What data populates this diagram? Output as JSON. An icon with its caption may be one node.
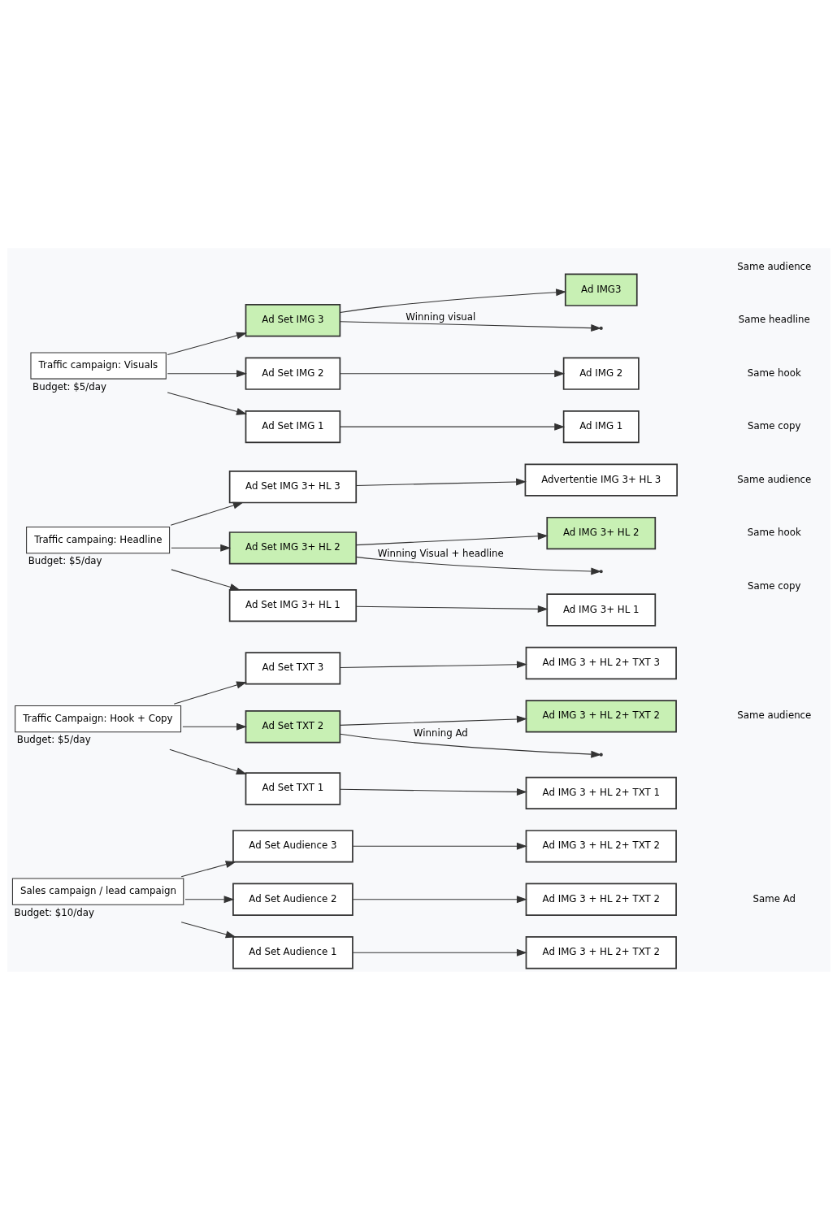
{
  "diagram": {
    "nodes": [
      {
        "text": [
          "Traffic campaign: Visuals"
        ],
        "beside": [
          "Budget: $5/day"
        ]
      },
      {
        "text": [
          "Ad Set IMG 1"
        ]
      },
      {
        "text": [
          "Ad Set IMG 2"
        ]
      },
      {
        "text": [
          "Ad Set IMG 3"
        ]
      },
      {
        "text": [
          "Ad IMG 1"
        ]
      },
      {
        "text": [
          "Ad IMG 2"
        ]
      },
      {
        "text": [
          "Ad IMG3"
        ]
      },
      {
        "text": [
          "Traffic campaing: Headline"
        ],
        "beside": [
          "Budget: $5/day"
        ]
      },
      {
        "text": [
          "Ad Set IMG 3+ HL 1"
        ]
      },
      {
        "text": [
          "Ad Set IMG 3+ HL 2"
        ]
      },
      {
        "text": [
          "Ad Set IMG 3+ HL 3"
        ]
      },
      {
        "text": [
          "Ad IMG 3+ HL 1"
        ]
      },
      {
        "text": [
          "Ad IMG 3+ HL 2"
        ]
      },
      {
        "text": [
          "Advertentie IMG 3+ HL 3"
        ]
      },
      {
        "text": [
          "Traffic Campaign: Hook + Copy"
        ],
        "beside": [
          "Budget: $5/day"
        ]
      },
      {
        "text": [
          "Ad Set TXT 1"
        ]
      },
      {
        "text": [
          "Ad Set TXT 2"
        ]
      },
      {
        "text": [
          "Ad Set TXT 3"
        ]
      },
      {
        "text": [
          "Ad IMG 3 + HL 2+ TXT 1"
        ]
      },
      {
        "text": [
          "Ad IMG 3 + HL 2+ TXT 2"
        ]
      },
      {
        "text": [
          "Ad IMG 3 + HL 2+ TXT 3"
        ]
      },
      {
        "text": [
          "Sales campaign / lead campaign"
        ],
        "beside": [
          "Budget: $10/day"
        ]
      },
      {
        "text": [
          "Ad Set Audience 1"
        ]
      },
      {
        "text": [
          "Ad Set Audience 2"
        ]
      },
      {
        "text": [
          "Ad Set Audience 3"
        ]
      },
      {
        "text": [
          "Ad IMG 3 + HL 2+ TXT 2"
        ]
      },
      {
        "text": [
          "Ad IMG 3 + HL 2+ TXT 2"
        ]
      },
      {
        "text": [
          "Ad IMG 3 + HL 2+ TXT 2"
        ]
      }
    ],
    "edges": [
      {
        "from": 0,
        "to": 1,
        "arrow": "to"
      },
      {
        "from": 0,
        "to": 2,
        "arrow": "to"
      },
      {
        "from": 0,
        "to": 3,
        "arrow": "to"
      },
      {
        "from": 1,
        "to": 4,
        "arrow": "to"
      },
      {
        "from": 2,
        "to": 5,
        "arrow": "to"
      },
      {
        "from": 3,
        "to": 6,
        "arrow": "to"
      },
      {
        "from": 3,
        "to": null,
        "arrow": "to",
        "label": "Winning visual"
      },
      {
        "from": 7,
        "to": 8,
        "arrow": "to"
      },
      {
        "from": 7,
        "to": 9,
        "arrow": "to"
      },
      {
        "from": 7,
        "to": 10,
        "arrow": "to"
      },
      {
        "from": 8,
        "to": 11,
        "arrow": "to"
      },
      {
        "from": 9,
        "to": 12,
        "arrow": "to"
      },
      {
        "from": 10,
        "to": 13,
        "arrow": "to"
      },
      {
        "from": 9,
        "to": null,
        "arrow": "to",
        "label": "Winning Visual + headline"
      },
      {
        "from": 14,
        "to": 15,
        "arrow": "to"
      },
      {
        "from": 14,
        "to": 16,
        "arrow": "to"
      },
      {
        "from": 14,
        "to": 17,
        "arrow": "to"
      },
      {
        "from": 15,
        "to": 18,
        "arrow": "to"
      },
      {
        "from": 16,
        "to": 19,
        "arrow": "to"
      },
      {
        "from": 17,
        "to": 20,
        "arrow": "to"
      },
      {
        "from": 16,
        "to": null,
        "arrow": "to",
        "label": "Winning Ad"
      },
      {
        "from": 21,
        "to": 22,
        "arrow": "to"
      },
      {
        "from": 21,
        "to": 23,
        "arrow": "to"
      },
      {
        "from": 21,
        "to": 24,
        "arrow": "to"
      },
      {
        "from": 22,
        "to": 25,
        "arrow": "to"
      },
      {
        "from": 23,
        "to": 26,
        "arrow": "to"
      },
      {
        "from": 24,
        "to": 27,
        "arrow": "to"
      }
    ],
    "labels": [
      "Same audience",
      "Same headline",
      "Same hook",
      "Same copy",
      "Same audience",
      "Same hook",
      "Same copy",
      "Same audience",
      "Same Ad"
    ]
  }
}
